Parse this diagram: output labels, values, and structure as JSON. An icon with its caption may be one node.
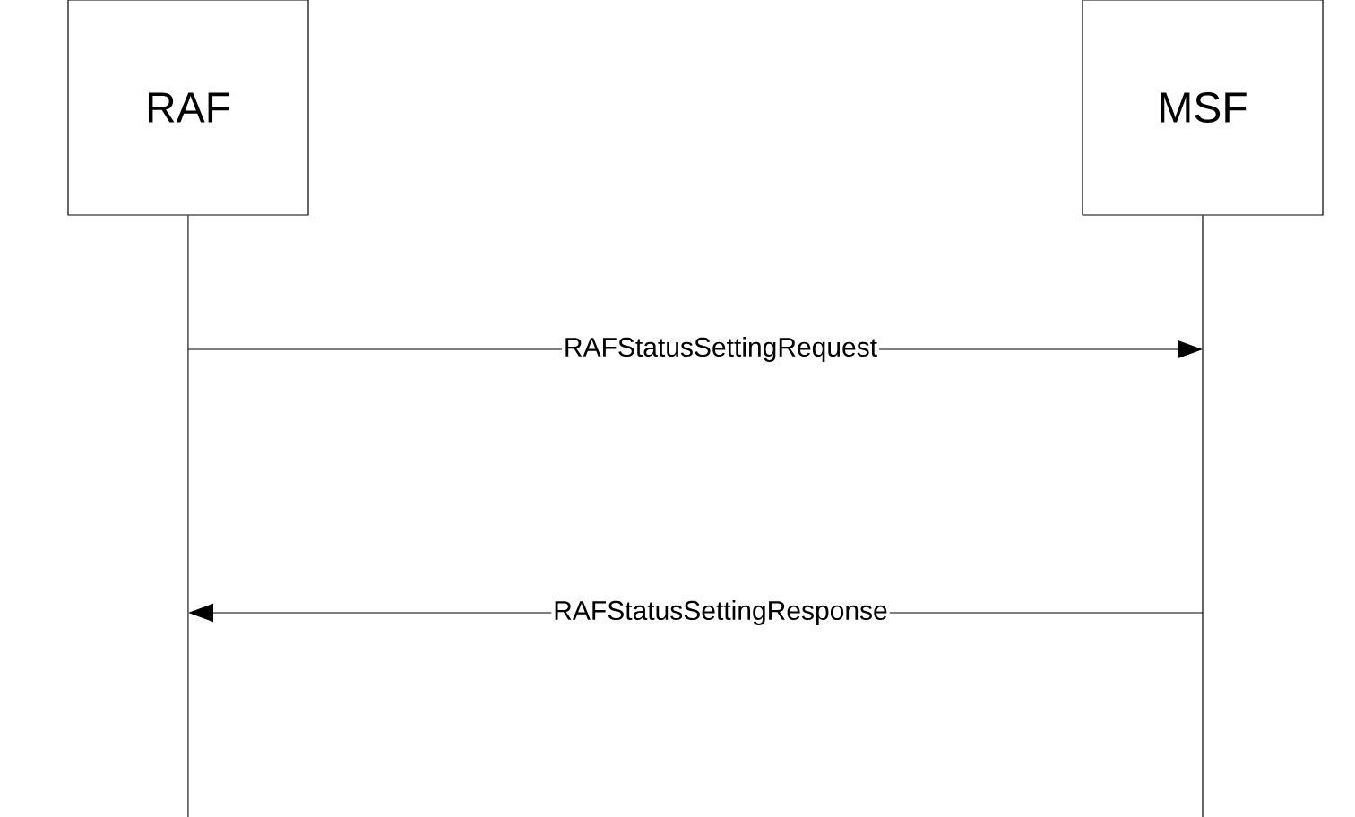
{
  "diagram": {
    "nodes": [
      {
        "text": [
          "RAF"
        ]
      },
      {
        "text": [
          "MSF"
        ]
      }
    ],
    "edges": [
      {
        "from": 0,
        "to": 1,
        "arrow": "to",
        "label": "RAFStatusSettingRequest"
      },
      {
        "from": 1,
        "to": 0,
        "arrow": "to",
        "label": "RAFStatusSettingResponse"
      }
    ]
  }
}
